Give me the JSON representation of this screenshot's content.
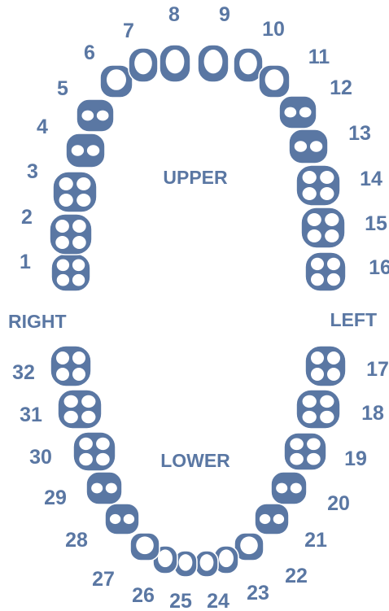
{
  "regions": {
    "upper": "UPPER",
    "lower": "LOWER",
    "right": "RIGHT",
    "left": "LEFT"
  },
  "teeth": [
    {
      "number": "1",
      "type": "molar"
    },
    {
      "number": "2",
      "type": "molar"
    },
    {
      "number": "3",
      "type": "molar"
    },
    {
      "number": "4",
      "type": "premolar"
    },
    {
      "number": "5",
      "type": "premolar"
    },
    {
      "number": "6",
      "type": "canine"
    },
    {
      "number": "7",
      "type": "incisor"
    },
    {
      "number": "8",
      "type": "incisor"
    },
    {
      "number": "9",
      "type": "incisor"
    },
    {
      "number": "10",
      "type": "incisor"
    },
    {
      "number": "11",
      "type": "canine"
    },
    {
      "number": "12",
      "type": "premolar"
    },
    {
      "number": "13",
      "type": "premolar"
    },
    {
      "number": "14",
      "type": "molar"
    },
    {
      "number": "15",
      "type": "molar"
    },
    {
      "number": "16",
      "type": "molar"
    },
    {
      "number": "17",
      "type": "molar"
    },
    {
      "number": "18",
      "type": "molar"
    },
    {
      "number": "19",
      "type": "molar"
    },
    {
      "number": "20",
      "type": "premolar"
    },
    {
      "number": "21",
      "type": "premolar"
    },
    {
      "number": "22",
      "type": "canine"
    },
    {
      "number": "23",
      "type": "incisor"
    },
    {
      "number": "24",
      "type": "incisor"
    },
    {
      "number": "25",
      "type": "incisor"
    },
    {
      "number": "26",
      "type": "incisor"
    },
    {
      "number": "27",
      "type": "canine"
    },
    {
      "number": "28",
      "type": "premolar"
    },
    {
      "number": "29",
      "type": "premolar"
    },
    {
      "number": "30",
      "type": "molar"
    },
    {
      "number": "31",
      "type": "molar"
    },
    {
      "number": "32",
      "type": "molar"
    }
  ],
  "colors": {
    "accent": "#5a77a3",
    "background": "#ffffff"
  }
}
